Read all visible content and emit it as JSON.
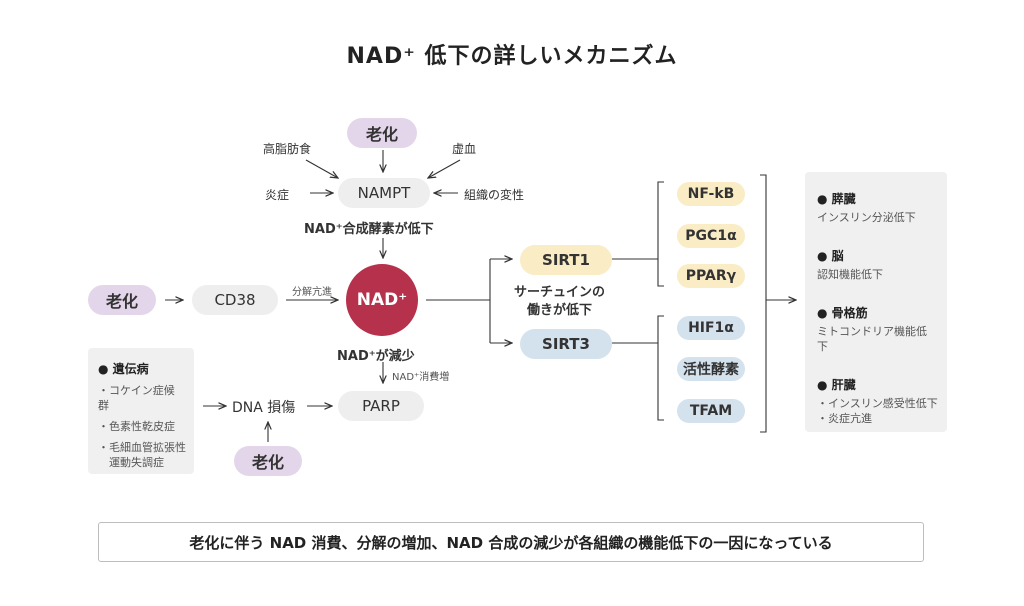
{
  "title": "NAD⁺ 低下の詳しいメカニズム",
  "nampt_inputs": {
    "aging": "老化",
    "high_fat": "高脂肪食",
    "ischemia": "虚血",
    "inflammation": "炎症",
    "tissue_change": "組織の変性"
  },
  "nampt": "NAMPT",
  "nad_synthesis_down": "NAD⁺合成酵素が低下",
  "left_chain": {
    "aging": "老化",
    "cd38": "CD38",
    "edge_label": "分解亢進"
  },
  "nad": "NAD⁺",
  "nad_decrease": "NAD⁺が減少",
  "parp_edge_label": "NAD⁺消費増",
  "parp": "PARP",
  "dna_damage": "DNA 損傷",
  "bottom_aging": "老化",
  "hereditary": {
    "heading": "● 遺伝病",
    "items": [
      "・コケイン症候群",
      "・色素性乾皮症",
      "・毛細血管拡張性\n　運動失調症"
    ]
  },
  "sirt1": "SIRT1",
  "sirt3": "SIRT3",
  "sirtuin_note": "サーチュインの\n働きが低下",
  "sirt1_targets": [
    "NF-kB",
    "PGC1α",
    "PPARγ"
  ],
  "sirt3_targets": [
    "HIF1α",
    "活性酵素",
    "TFAM"
  ],
  "organs": [
    {
      "heading": "● 膵臓",
      "desc": "インスリン分泌低下"
    },
    {
      "heading": "● 脳",
      "desc": "認知機能低下"
    },
    {
      "heading": "● 骨格筋",
      "desc": "ミトコンドリア機能低下"
    },
    {
      "heading": "● 肝臓",
      "desc": "・インスリン感受性低下\n・炎症亢進"
    }
  ],
  "footer": "老化に伴う NAD 消費、分解の増加、NAD 合成の減少が各組織の機能低下の一因になっている",
  "colors": {
    "nad_circle": "#b5314c",
    "purple_pill": "#e4d6ea",
    "yellow_pill": "#faecc4",
    "blue_pill": "#d4e2ee",
    "grey_pill": "#eeeeee"
  }
}
